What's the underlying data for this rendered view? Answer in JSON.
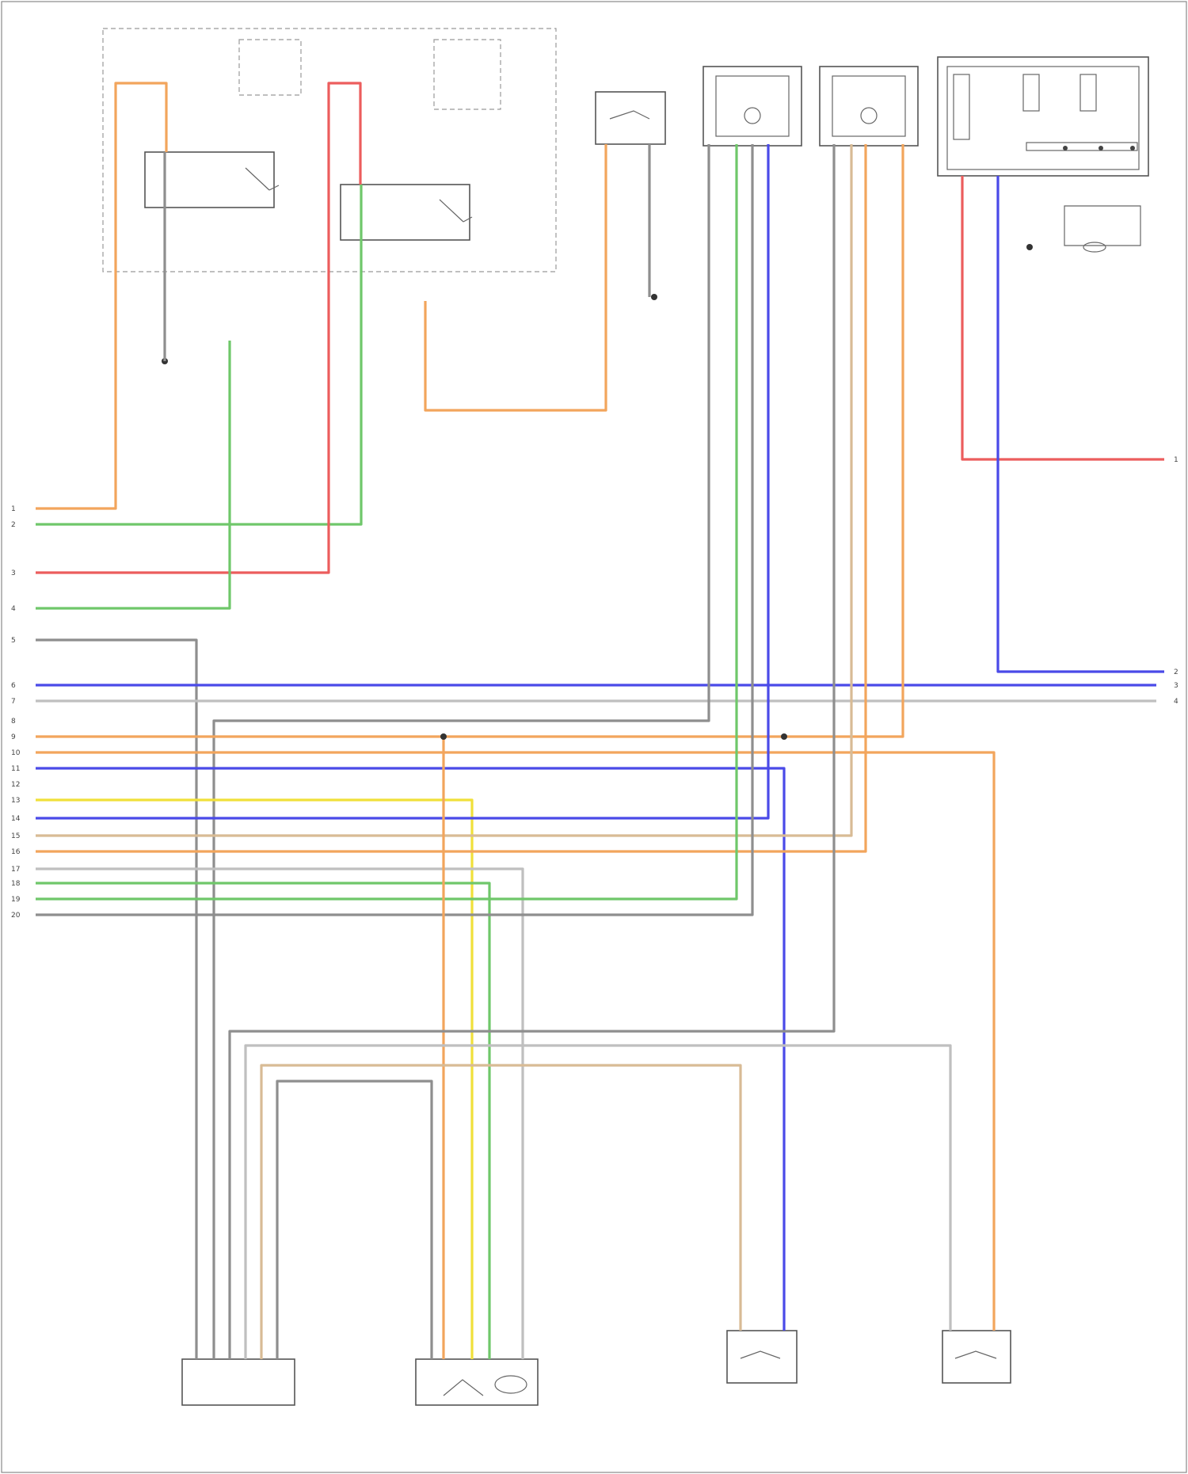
{
  "title": "Wiring Diagram",
  "footer_credit": "",
  "colors": {
    "orange": "#f2a55c",
    "red": "#ec5d5d",
    "green": "#6fc76a",
    "gray": "#8e8e8e",
    "blue": "#4a4ae8",
    "lightgray": "#bfbfbf",
    "yellow": "#f0e03a",
    "tan": "#d8bb95"
  },
  "components": [
    {
      "id": "fuse-left",
      "label": "",
      "lines": [
        "",
        ""
      ]
    },
    {
      "id": "fuse-right",
      "label": "",
      "lines": [
        "",
        ""
      ]
    },
    {
      "id": "relay-left",
      "label": "",
      "lines": [
        "",
        ""
      ]
    },
    {
      "id": "relay-right",
      "label": "",
      "lines": [
        "",
        "",
        ""
      ]
    },
    {
      "id": "blower-switch",
      "label": "",
      "lines": [
        "",
        "",
        ""
      ]
    },
    {
      "id": "actuator-a",
      "label": "",
      "lines": [
        "",
        "",
        ""
      ]
    },
    {
      "id": "actuator-b",
      "label": "",
      "lines": [
        "",
        "",
        ""
      ]
    },
    {
      "id": "resistor-module",
      "label": "",
      "lines": [
        "",
        "",
        "",
        ""
      ]
    },
    {
      "id": "ground-left",
      "label": "",
      "lines": [
        "",
        "",
        "",
        ""
      ]
    },
    {
      "id": "ground-mid",
      "label": "",
      "lines": [
        "",
        "",
        ""
      ]
    },
    {
      "id": "ground-right",
      "label": "",
      "lines": [
        "",
        "",
        "",
        ""
      ]
    },
    {
      "id": "hvac-unit",
      "label": "",
      "lines": [
        "",
        ""
      ]
    },
    {
      "id": "recirc-actuator",
      "label": "",
      "lines": [
        "",
        "",
        "",
        ""
      ]
    },
    {
      "id": "temp-sensor-a",
      "label": "",
      "lines": [
        "",
        "",
        "",
        ""
      ]
    },
    {
      "id": "temp-sensor-b",
      "label": "",
      "lines": [
        "",
        "",
        "",
        ""
      ]
    }
  ],
  "connector_pins": [
    {
      "n": "1",
      "wire": ""
    },
    {
      "n": "2",
      "wire": ""
    },
    {
      "n": "3",
      "wire": ""
    },
    {
      "n": "4",
      "wire": ""
    },
    {
      "n": "5",
      "wire": ""
    },
    {
      "n": "6",
      "wire": ""
    },
    {
      "n": "7",
      "wire": ""
    },
    {
      "n": "8",
      "wire": ""
    },
    {
      "n": "9",
      "wire": ""
    },
    {
      "n": "10",
      "wire": ""
    },
    {
      "n": "11",
      "wire": ""
    },
    {
      "n": "12",
      "wire": ""
    },
    {
      "n": "13",
      "wire": ""
    },
    {
      "n": "14",
      "wire": ""
    },
    {
      "n": "15",
      "wire": ""
    },
    {
      "n": "16",
      "wire": ""
    },
    {
      "n": "17",
      "wire": ""
    },
    {
      "n": "18",
      "wire": ""
    },
    {
      "n": "19",
      "wire": ""
    },
    {
      "n": "20",
      "wire": ""
    }
  ],
  "right_pins": [
    {
      "n": "1",
      "wire": ""
    },
    {
      "n": "2",
      "wire": ""
    },
    {
      "n": "3",
      "wire": ""
    },
    {
      "n": "4",
      "wire": ""
    }
  ]
}
